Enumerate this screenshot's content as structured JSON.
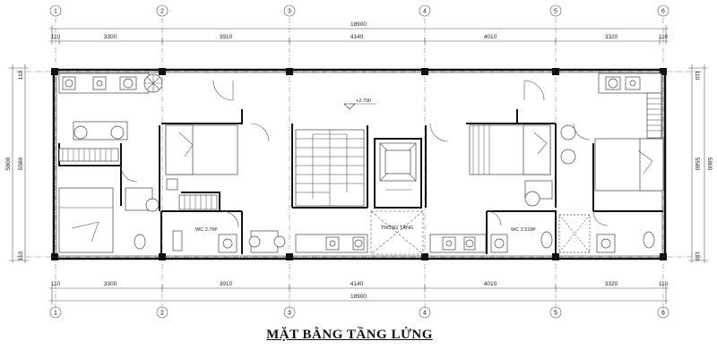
{
  "title": "MẶT BẰNG TẦNG LỬNG",
  "dimensions": {
    "total": "18900",
    "edge": "110",
    "segments": [
      "3300",
      "3910",
      "4140",
      "4010",
      "3320"
    ],
    "side_total": "5800",
    "side_inner": "5580"
  },
  "grid_axes": [
    "1",
    "2",
    "3",
    "4",
    "5",
    "6"
  ],
  "labels": {
    "level": "+2.700",
    "wc_left": "WC 2.7M²",
    "wc_right": "WC 2.51M²",
    "void": "TRỐNG TẦNG"
  }
}
